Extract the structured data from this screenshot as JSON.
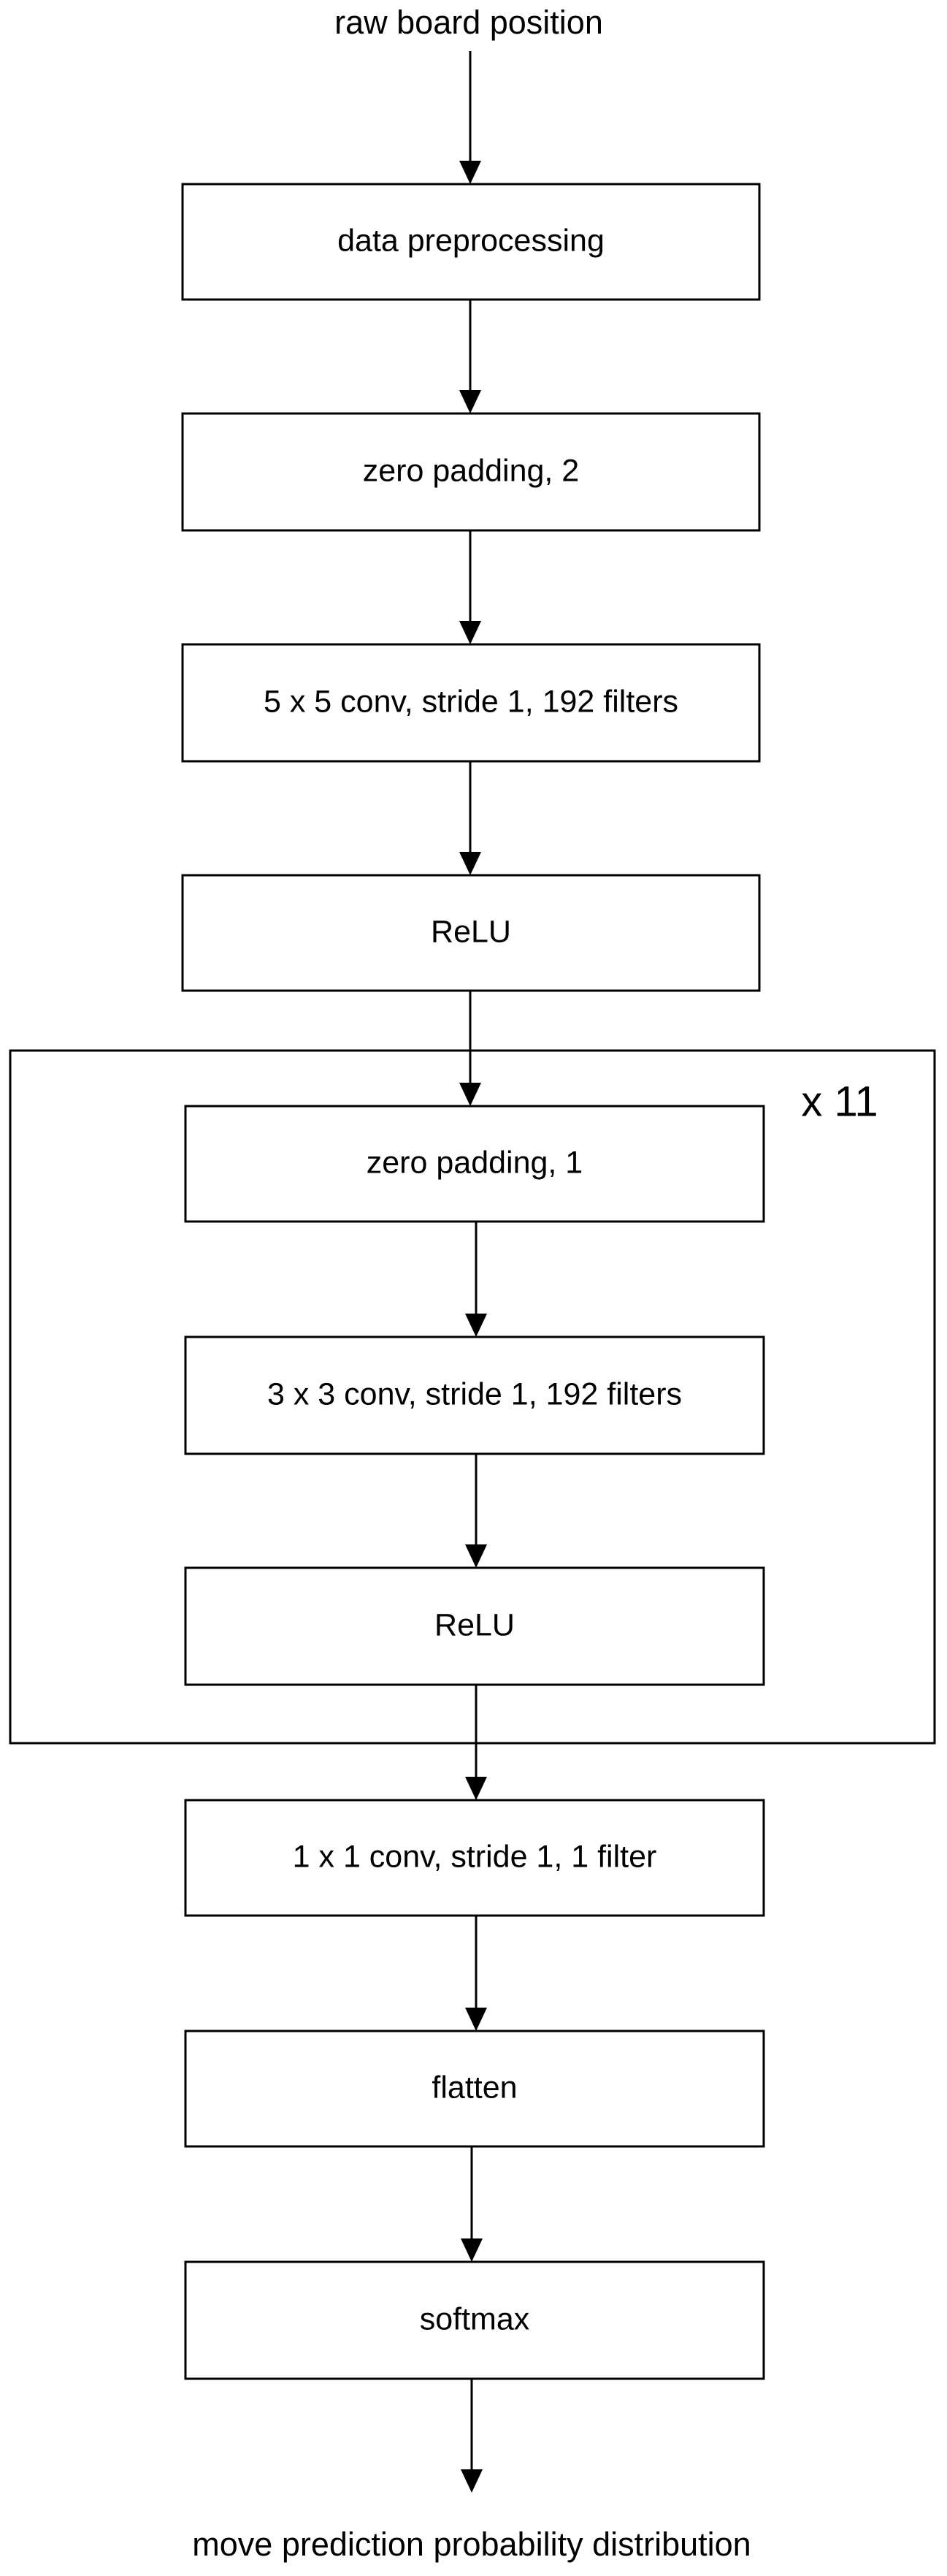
{
  "input_label": "raw board position",
  "output_label": "move prediction probability distribution",
  "repeat_label": "x 11",
  "nodes": [
    {
      "id": "data-preprocessing",
      "label": "data preprocessing"
    },
    {
      "id": "zero-padding-2",
      "label": "zero padding, 2"
    },
    {
      "id": "conv-5x5",
      "label": "5 x 5 conv, stride 1, 192 filters"
    },
    {
      "id": "relu-1",
      "label": "ReLU"
    },
    {
      "id": "zero-padding-1",
      "label": "zero padding, 1"
    },
    {
      "id": "conv-3x3",
      "label": "3 x 3 conv, stride 1, 192 filters"
    },
    {
      "id": "relu-2",
      "label": "ReLU"
    },
    {
      "id": "conv-1x1",
      "label": "1 x 1 conv, stride 1, 1 filter"
    },
    {
      "id": "flatten",
      "label": "flatten"
    },
    {
      "id": "softmax",
      "label": "softmax"
    }
  ]
}
